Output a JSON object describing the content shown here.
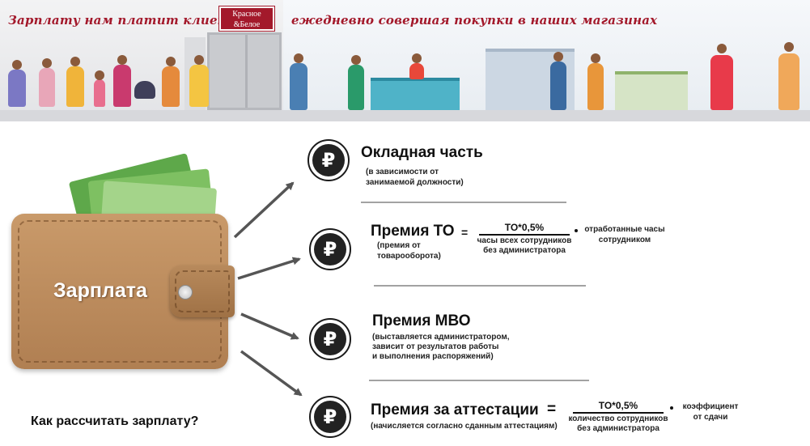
{
  "banner": {
    "left_text": "Зарплату нам платит клиент,",
    "logo_text_1": "Красное",
    "logo_text_2": "&Белое",
    "right_text": "ежедневно совершая покупки в наших магазинах"
  },
  "wallet": {
    "label": "Зарплата"
  },
  "question": "Как рассчитать зарплату?",
  "currency_symbol": "₽",
  "items": [
    {
      "title": "Окладная часть",
      "note_1": "(в зависимости от",
      "note_2": "занимаемой должности)"
    },
    {
      "title": "Премия ТО",
      "equals": "=",
      "note_1": "(премия от",
      "note_2": "товарооборота)",
      "numerator": "ТО*0,5%",
      "denominator_1": "часы всех сотрудников",
      "denominator_2": "без администратора",
      "factor_1": "отработанные часы",
      "factor_2": "сотрудником"
    },
    {
      "title": "Премия МВО",
      "note_1": "(выставляется администратором,",
      "note_2": "зависит от результатов работы",
      "note_3": "и выполнения распоряжений)"
    },
    {
      "title": "Премия за аттестации",
      "equals": "=",
      "note_1": "(начисляется согласно сданным аттестациям)",
      "numerator": "ТО*0,5%",
      "denominator_1": "количество сотрудников",
      "denominator_2": "без администратора",
      "factor_1": "коэффициент",
      "factor_2": "от сдачи"
    }
  ]
}
